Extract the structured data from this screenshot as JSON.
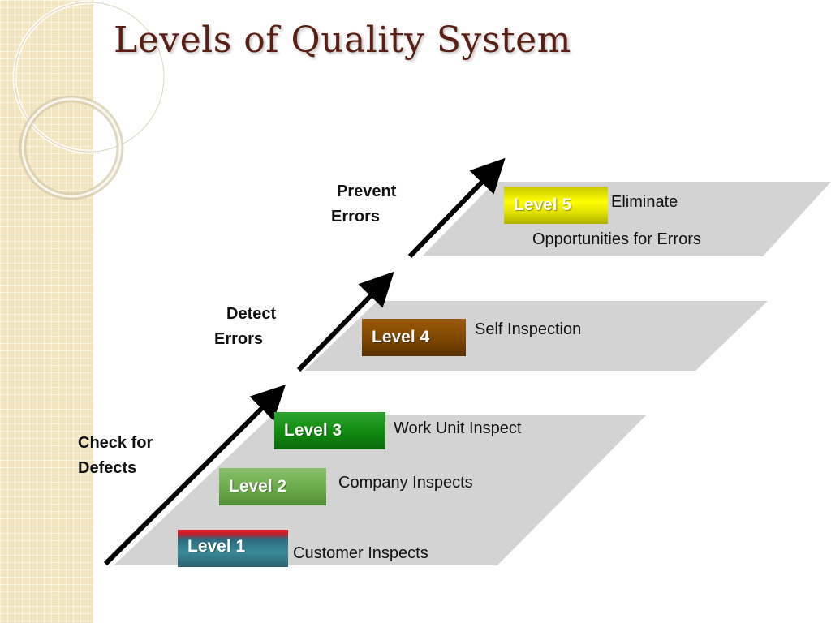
{
  "title": "Levels of Quality System",
  "stages": {
    "prevent": [
      "Prevent",
      "Errors"
    ],
    "detect": [
      "Detect",
      "Errors"
    ],
    "check": [
      "Check for",
      "Defects"
    ]
  },
  "levels": [
    {
      "label": "Level 1",
      "desc": "Customer Inspects"
    },
    {
      "label": "Level 2",
      "desc": "Company Inspects"
    },
    {
      "label": "Level 3",
      "desc": "Work Unit Inspect"
    },
    {
      "label": "Level 4",
      "desc": "Self Inspection"
    },
    {
      "label": "Level 5",
      "desc_line1": "Eliminate",
      "desc_line2": "Opportunities for Errors"
    }
  ],
  "colors": {
    "title": "#5a1f14",
    "plane": "#d3d3d3",
    "level1": "#2b6a7e",
    "level2": "#6aab4a",
    "level3": "#0f8a0f",
    "level4": "#7a4400",
    "level5": "#ffff00"
  }
}
